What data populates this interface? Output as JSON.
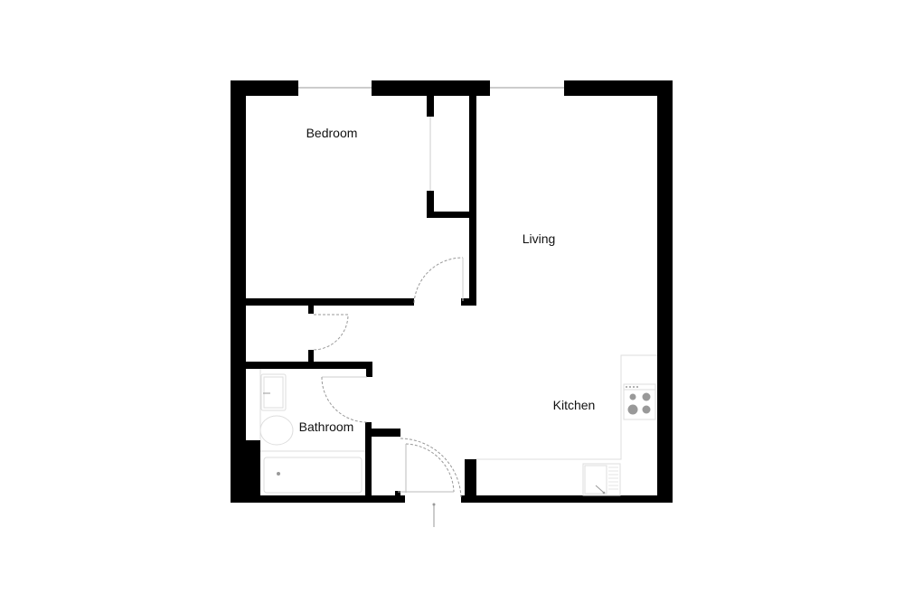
{
  "rooms": {
    "bedroom": "Bedroom",
    "living": "Living",
    "kitchen": "Kitchen",
    "bathroom": "Bathroom"
  },
  "colors": {
    "wall": "#000000",
    "fixture": "#cccccc",
    "appliance": "#999999"
  }
}
